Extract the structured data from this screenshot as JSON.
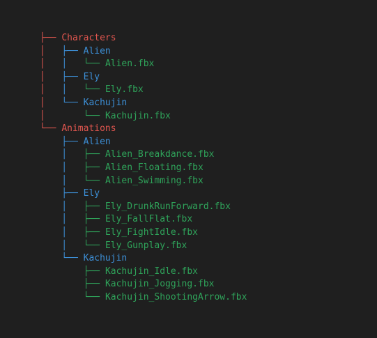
{
  "colors": {
    "background": "#1f1f1f",
    "root_level": "#e0564f",
    "folder_level": "#3d8fd6",
    "file_level": "#2fa35a"
  },
  "tree": {
    "characters": {
      "label": "Characters",
      "children": [
        {
          "label": "Alien",
          "files": [
            "Alien.fbx"
          ]
        },
        {
          "label": "Ely",
          "files": [
            "Ely.fbx"
          ]
        },
        {
          "label": "Kachujin",
          "files": [
            "Kachujin.fbx"
          ]
        }
      ]
    },
    "animations": {
      "label": "Animations",
      "children": [
        {
          "label": "Alien",
          "files": [
            "Alien_Breakdance.fbx",
            "Alien_Floating.fbx",
            "Alien_Swimming.fbx"
          ]
        },
        {
          "label": "Ely",
          "files": [
            "Ely_DrunkRunForward.fbx",
            "Ely_FallFlat.fbx",
            "Ely_FightIdle.fbx",
            "Ely_Gunplay.fbx"
          ]
        },
        {
          "label": "Kachujin",
          "files": [
            "Kachujin_Idle.fbx",
            "Kachujin_Jogging.fbx",
            "Kachujin_ShootingArrow.fbx"
          ]
        }
      ]
    }
  }
}
